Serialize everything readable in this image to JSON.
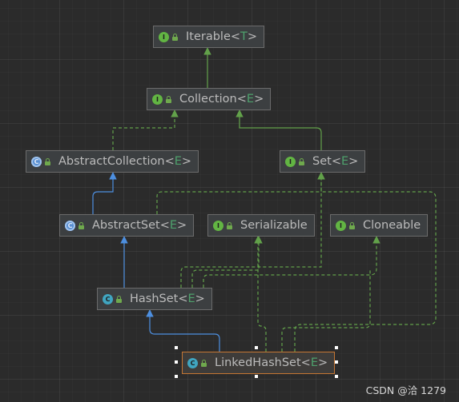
{
  "diagram": {
    "nodes": [
      {
        "id": "iterable",
        "kind": "interface",
        "name": "Iterable",
        "type_param": "T"
      },
      {
        "id": "collection",
        "kind": "interface",
        "name": "Collection",
        "type_param": "E"
      },
      {
        "id": "abstract-collection",
        "kind": "abstract",
        "name": "AbstractCollection",
        "type_param": "E"
      },
      {
        "id": "set",
        "kind": "interface",
        "name": "Set",
        "type_param": "E"
      },
      {
        "id": "abstract-set",
        "kind": "abstract",
        "name": "AbstractSet",
        "type_param": "E"
      },
      {
        "id": "serializable",
        "kind": "interface",
        "name": "Serializable",
        "type_param": ""
      },
      {
        "id": "cloneable",
        "kind": "interface",
        "name": "Cloneable",
        "type_param": ""
      },
      {
        "id": "hashset",
        "kind": "class",
        "name": "HashSet",
        "type_param": "E"
      },
      {
        "id": "linkedhashset",
        "kind": "class",
        "name": "LinkedHashSet",
        "type_param": "E",
        "selected": true
      }
    ],
    "badges": {
      "interface": "I",
      "class": "C",
      "abstract": "C"
    },
    "edges": [
      {
        "from": "collection",
        "to": "iterable",
        "relation": "extends"
      },
      {
        "from": "abstract-collection",
        "to": "collection",
        "relation": "implements"
      },
      {
        "from": "set",
        "to": "collection",
        "relation": "extends"
      },
      {
        "from": "abstract-set",
        "to": "abstract-collection",
        "relation": "extends"
      },
      {
        "from": "abstract-set",
        "to": "set",
        "relation": "implements"
      },
      {
        "from": "hashset",
        "to": "abstract-set",
        "relation": "extends"
      },
      {
        "from": "hashset",
        "to": "set",
        "relation": "implements"
      },
      {
        "from": "hashset",
        "to": "serializable",
        "relation": "implements"
      },
      {
        "from": "hashset",
        "to": "cloneable",
        "relation": "implements"
      },
      {
        "from": "linkedhashset",
        "to": "hashset",
        "relation": "extends"
      },
      {
        "from": "linkedhashset",
        "to": "set",
        "relation": "implements"
      },
      {
        "from": "linkedhashset",
        "to": "serializable",
        "relation": "implements"
      },
      {
        "from": "linkedhashset",
        "to": "cloneable",
        "relation": "implements"
      }
    ],
    "colors": {
      "interface_edge": "#62a14a",
      "class_edge": "#4d8fe0",
      "selected_border": "#c57633"
    }
  },
  "watermark": "CSDN @洽 1279"
}
